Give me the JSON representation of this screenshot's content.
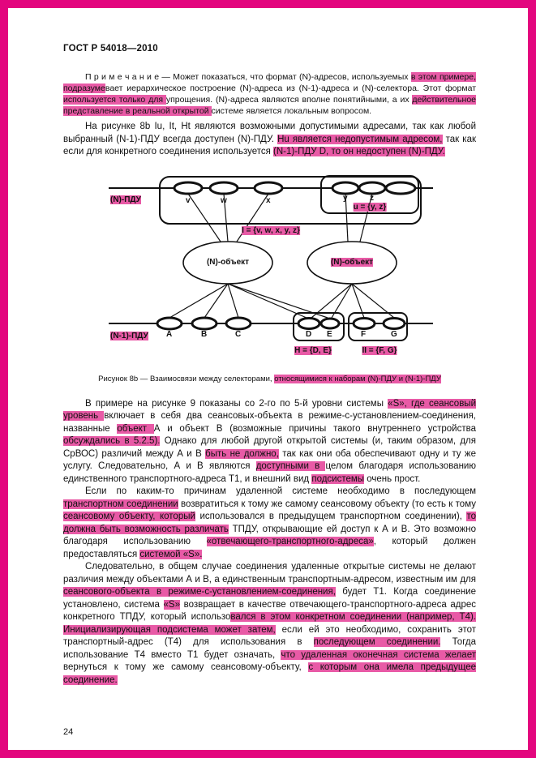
{
  "doc": {
    "header": "ГОСТ Р 54018—2010",
    "page_number": "24",
    "accent_color": "#e3067e",
    "highlight_color": "#e85aa6"
  },
  "paragraphs": {
    "note": [
      {
        "t": "П р и м е ч а н и е — Может показаться, что формат (N)-адресов, используемых ",
        "h": false
      },
      {
        "t": "в этом примере, подразуме",
        "h": true
      },
      {
        "t": "вает иерархическое построение (N)-адреса из (N-1)-адреса и (N)-селектора. Этот формат ",
        "h": false
      },
      {
        "t": "используется только для ",
        "h": true
      },
      {
        "t": "упрощения. (N)-адреса являются вполне понятийными, а их ",
        "h": false
      },
      {
        "t": "действительное представление в реальной открытой ",
        "h": true
      },
      {
        "t": "системе является локальным вопросом.",
        "h": false
      }
    ],
    "fig_intro": [
      {
        "t": "На рисунке 8b Iu, It, Ht являются возможными допустимыми адресами, так как любой выбранный (N-1)-ПДУ всегда доступен (N)-ПДУ. ",
        "h": false
      },
      {
        "t": "Hu является недопустимым адресом,",
        "h": true
      },
      {
        "t": " так как если для конкретного соединения используется ",
        "h": false
      },
      {
        "t": "(N-1)-ПДУ D, то он недоступен (N)-ПДУ.",
        "h": true
      }
    ],
    "example": [
      {
        "t": "В примере на рисунке 9 показаны со 2-го по 5-й уровни системы ",
        "h": false
      },
      {
        "t": "«S», где сеансовый уровень ",
        "h": true
      },
      {
        "t": "включает в себя два сеансовых-объекта в режиме-с-установлением-соединения, названные ",
        "h": false
      },
      {
        "t": "объект ",
        "h": true
      },
      {
        "t": "А и объект В (возможные причины такого внутреннего устройства ",
        "h": false
      },
      {
        "t": "обсуждались в 5.2.5).",
        "h": true
      },
      {
        "t": " Однако для любой другой открытой системы (и, таким образом, для СрВОС) различий между А и В ",
        "h": false
      },
      {
        "t": "быть не должно,",
        "h": true
      },
      {
        "t": " так как они оба обеспечивают одну и ту же услугу. Следовательно, А и В являются ",
        "h": false
      },
      {
        "t": "доступными в ",
        "h": true
      },
      {
        "t": "целом благодаря использованию единственного транспортного-адреса Т1, и внешний вид ",
        "h": false
      },
      {
        "t": "подсистемы",
        "h": true
      },
      {
        "t": " очень прост.",
        "h": false
      }
    ],
    "returning": [
      {
        "t": "Если по каким-то причинам удаленной системе необходимо в последующем ",
        "h": false
      },
      {
        "t": "транспортном соединении",
        "h": true
      },
      {
        "t": " возвратиться к тому же самому сеансовому объекту (то есть к тому ",
        "h": false
      },
      {
        "t": "сеансовому объекту, который",
        "h": true
      },
      {
        "t": " использовался в предыдущем транспортном соединении), ",
        "h": false
      },
      {
        "t": "то должна быть возможность различать",
        "h": true
      },
      {
        "t": " ТПДУ, открывающие ей доступ к А и В. Это возможно благодаря использованию ",
        "h": false
      },
      {
        "t": "«отвечающего-транспортного-адреса»",
        "h": true
      },
      {
        "t": ", который должен предоставляться ",
        "h": false
      },
      {
        "t": "системой «S».",
        "h": true
      }
    ],
    "consequently": [
      {
        "t": "Следовательно, в общем случае соединения удаленные открытые системы не делают различия между объектами А и В, а единственным транспортным-адресом, известным им для ",
        "h": false
      },
      {
        "t": "сеансового-объекта в режиме-с-установлением-соединения,",
        "h": true
      },
      {
        "t": " будет Т1. Когда соединение установлено, система ",
        "h": false
      },
      {
        "t": "«S»",
        "h": true
      },
      {
        "t": " возвращает в качестве отвечающего-транспортного-адреса адрес конкретного ТПДУ, который использо",
        "h": false
      },
      {
        "t": "вался в этом конкретном соединении (например, Т4). Инициализирующая подсистема может затем,",
        "h": true
      },
      {
        "t": " если ей это необходимо, сохранить этот транспортный-адрес (Т4) для использования в ",
        "h": false
      },
      {
        "t": "последующем соединении.",
        "h": true
      },
      {
        "t": " Тогда использование Т4 вместо Т1 будет означать, ",
        "h": false
      },
      {
        "t": "что удаленная оконечная система желает",
        "h": true
      },
      {
        "t": " вернуться к тому же самому сеансовому-объекту, ",
        "h": false
      },
      {
        "t": "с которым она имела предыдущее соединение.",
        "h": true
      }
    ]
  },
  "figure": {
    "caption": [
      {
        "t": "Рисунок 8b — Взаимосвязи между селекторами, ",
        "h": false
      },
      {
        "t": "относящимися к наборам (N)-ПДУ и (N-1)-ПДУ",
        "h": true
      }
    ],
    "labels": {
      "top_row_label": "(N)-ПДУ",
      "bottom_row_label": "(N-1)-ПДУ",
      "v": "v",
      "w": "w",
      "x": "x",
      "y": "y",
      "z": "z",
      "u_set": "u = {y, z}",
      "i_set": "I = {v, w, x, y, z}",
      "object_left": "(N)-объект",
      "object_right": "(N)-объект",
      "a": "A",
      "b": "B",
      "c": "C",
      "d": "D",
      "e": "E",
      "f": "F",
      "g": "G",
      "h_set": "H = {D, E}",
      "ii_set": "II = {F, G}"
    }
  }
}
